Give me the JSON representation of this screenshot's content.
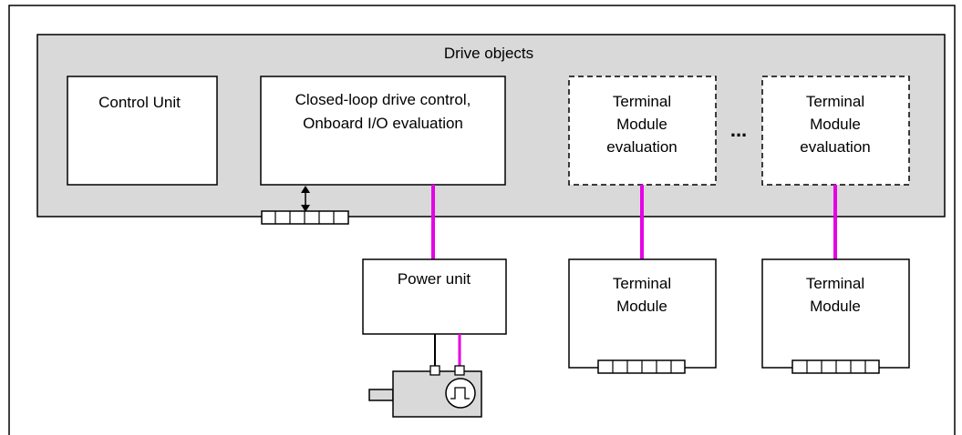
{
  "drive_objects": {
    "title": "Drive objects",
    "control_unit": "Control Unit",
    "drive_control": {
      "line1": "Closed-loop drive control,",
      "line2": "Onboard I/O evaluation"
    },
    "tm_eval_1": {
      "line1": "Terminal",
      "line2": "Module",
      "line3": "evaluation"
    },
    "tm_eval_2": {
      "line1": "Terminal",
      "line2": "Module",
      "line3": "evaluation"
    },
    "ellipsis": "..."
  },
  "power_unit": "Power unit",
  "terminal_module_1": {
    "line1": "Terminal",
    "line2": "Module"
  },
  "terminal_module_2": {
    "line1": "Terminal",
    "line2": "Module"
  },
  "colors": {
    "drive_objects_bg": "#d9d9d9",
    "connection_line": "#e600e6",
    "motor_bg": "#d9d9d9"
  },
  "icons": {
    "motor": "motor-icon",
    "encoder": "encoder-pulse-icon",
    "connector": "terminal-connector-icon"
  }
}
